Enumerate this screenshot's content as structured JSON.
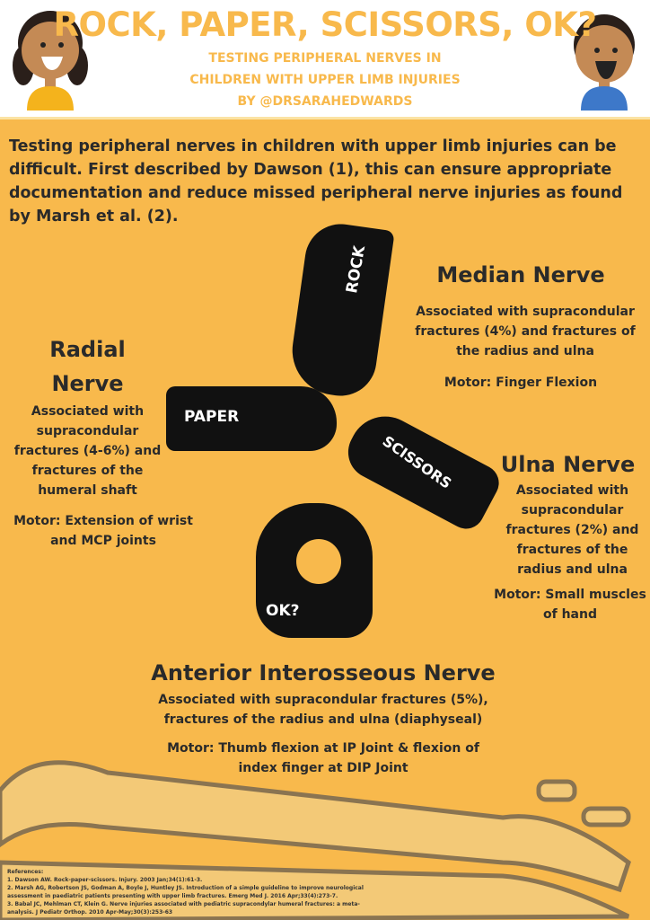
{
  "header": {
    "title": "ROCK, PAPER, SCISSORS, OK?",
    "subtitle_line1": "TESTING PERIPHERAL NERVES IN",
    "subtitle_line2": "CHILDREN WITH UPPER LIMB INJURIES",
    "byline": "BY @DRSARAHEDWARDS"
  },
  "intro": "Testing peripheral nerves in children with upper limb injuries can be difficult. First described by Dawson (1), this can ensure appropriate documentation and reduce missed peripheral nerve injuries as found by Marsh et al. (2).",
  "gestures": {
    "rock": "ROCK",
    "paper": "PAPER",
    "scissors": "SCISSORS",
    "ok": "OK?"
  },
  "median": {
    "title": "Median Nerve",
    "desc": "Associated with supracondular fractures (4%) and fractures of the radius and ulna",
    "motor": "Motor: Finger Flexion"
  },
  "radial": {
    "title": "Radial Nerve",
    "desc": "Associated with supracondular fractures (4-6%) and fractures of the humeral shaft",
    "motor": "Motor: Extension of wrist and MCP joints"
  },
  "ulna": {
    "title": "Ulna Nerve",
    "desc": "Associated with supracondular fractures (2%) and fractures of the radius and ulna",
    "motor": "Motor: Small muscles of hand"
  },
  "ain": {
    "title": "Anterior Interosseous  Nerve",
    "desc": "Associated with supracondular  fractures (5%), fractures of the radius and ulna (diaphyseal)",
    "motor": "Motor: Thumb flexion at IP Joint & flexion of index finger at DIP Joint"
  },
  "references": {
    "heading": "References:",
    "items": [
      "1. Dawson AW. Rock-paper-scissors. Injury. 2003 Jan;34(1):61-3.",
      "2. Marsh AG, Robertson JS, Godman A, Boyle J, Huntley JS. Introduction of a simple guideline to improve neurological assessment in paediatric patients presenting with upper limb fractures. Emerg Med J. 2016 Apr;33(4):273-7.",
      "3. Babal JC, Mehlman CT, Klein G. Nerve injuries associated with pediatric supracondylar humeral fractures: a meta-analysis. J Pediatr Orthop. 2010 Apr-May;30(3):253-63"
    ]
  },
  "colors": {
    "background": "#f8b94c",
    "text": "#2a2a2a",
    "hands": "#111111"
  }
}
